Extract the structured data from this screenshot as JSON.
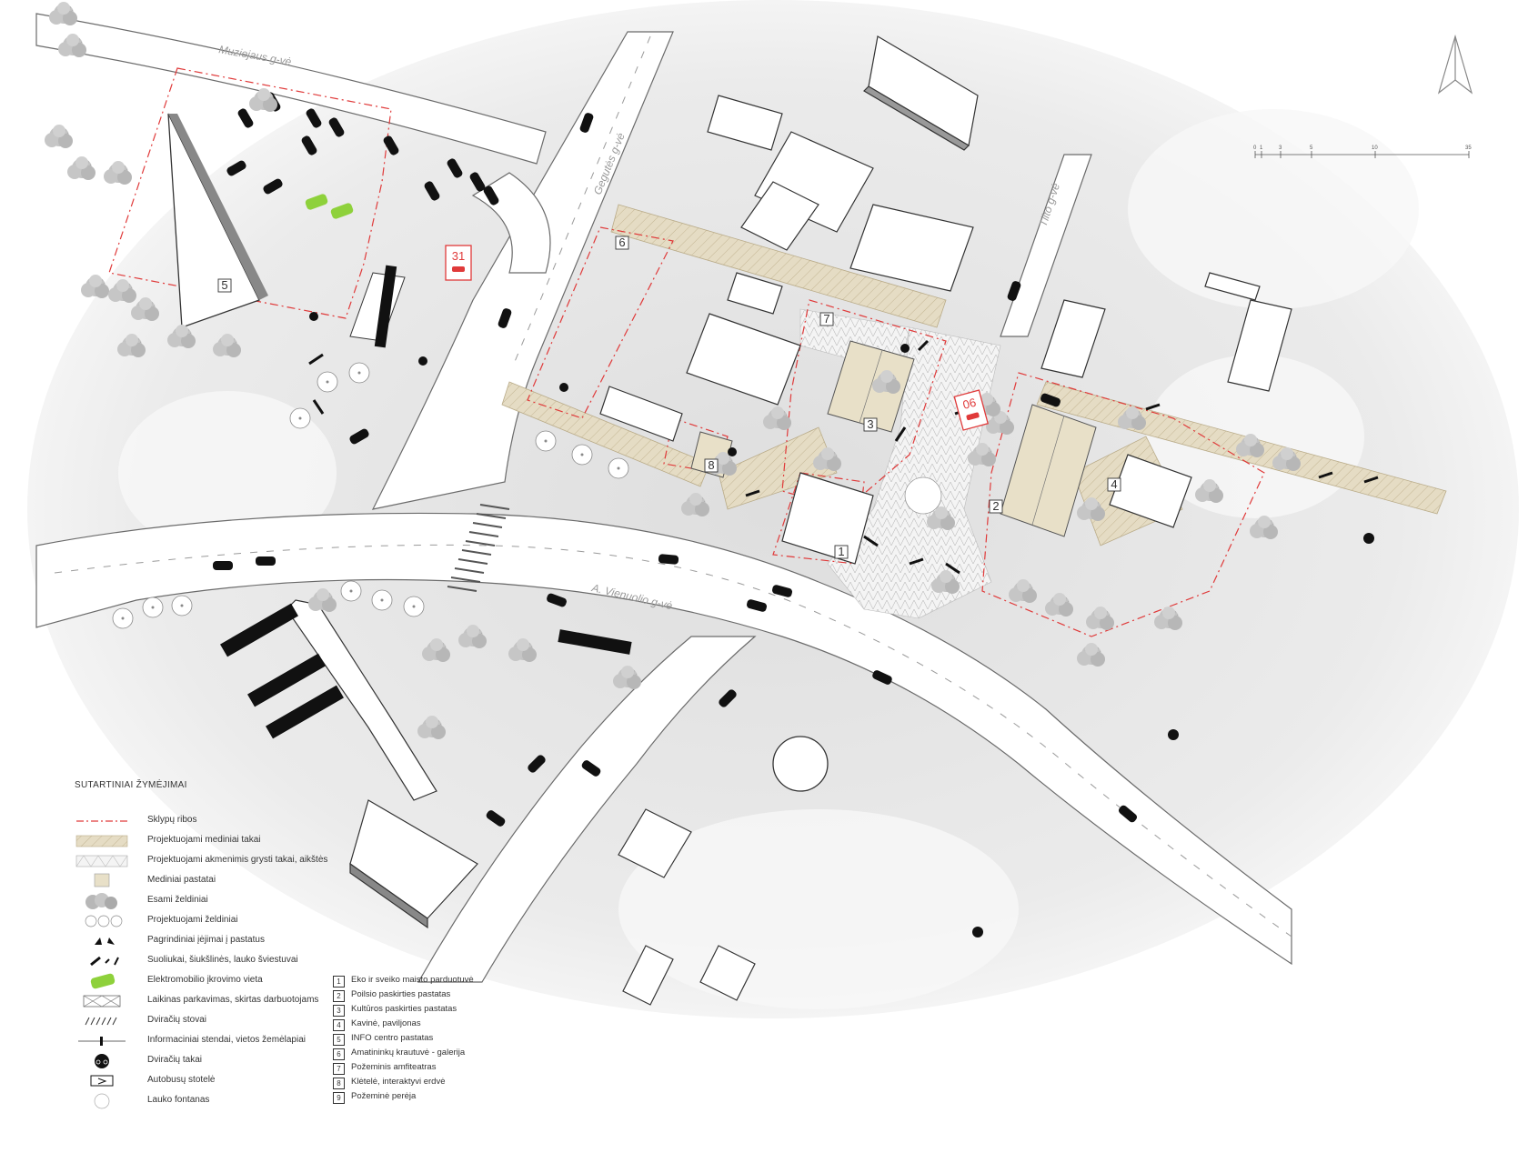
{
  "streets": {
    "muziejaus": "Muziejaus g-vė",
    "gegutes": "Gegutės g-vė",
    "tilto": "Tilto g-vė",
    "vienuolio": "A. Vienuolio g-vė"
  },
  "scale_bar": {
    "labels": [
      "0",
      "1",
      "3",
      "5",
      "10",
      "35"
    ]
  },
  "parking_badges": {
    "west": "31",
    "east": "06"
  },
  "building_numbers": [
    "1",
    "2",
    "3",
    "4",
    "5",
    "6",
    "7",
    "8"
  ],
  "legend": {
    "title": "SUTARTINIAI ŽYMĖJIMAI",
    "items": [
      {
        "label": "Sklypų ribos",
        "icon": "red-dash-line"
      },
      {
        "label": "Projektuojami  mediniai takai",
        "icon": "wood-hatch"
      },
      {
        "label": "Projektuojami akmenimis grysti takai, aikštės",
        "icon": "stone-hatch"
      },
      {
        "label": "Mediniai pastatai",
        "icon": "wood-building"
      },
      {
        "label": "Esami želdiniai",
        "icon": "existing-trees"
      },
      {
        "label": "Projektuojami želdiniai",
        "icon": "planned-trees"
      },
      {
        "label": "Pagrindiniai įėjimai į pastatus",
        "icon": "entrance-arrows"
      },
      {
        "label": "Suoliukai, šiukšlinės, lauko šviestuvai",
        "icon": "bench-bin-light"
      },
      {
        "label": "Elektromobilio įkrovimo vieta",
        "icon": "ev-charging"
      },
      {
        "label": "Laikinas parkavimas, skirtas darbuotojams",
        "icon": "temp-parking"
      },
      {
        "label": "Dviračių stovai",
        "icon": "bike-racks"
      },
      {
        "label": "Informaciniai stendai, vietos žemėlapiai",
        "icon": "info-stand"
      },
      {
        "label": "Dviračių takai",
        "icon": "bike-lane"
      },
      {
        "label": "Autobusų stotelė",
        "icon": "bus-stop"
      },
      {
        "label": "Lauko fontanas",
        "icon": "fountain"
      }
    ]
  },
  "numbered_list": [
    {
      "num": "1",
      "label": "Eko ir sveiko maisto parduotuvė"
    },
    {
      "num": "2",
      "label": "Poilsio paskirties pastatas"
    },
    {
      "num": "3",
      "label": "Kultūros paskirties pastatas"
    },
    {
      "num": "4",
      "label": "Kavinė, paviljonas"
    },
    {
      "num": "5",
      "label": "INFO centro pastatas"
    },
    {
      "num": "6",
      "label": "Amatininkų krautuvė - galerija"
    },
    {
      "num": "7",
      "label": "Požeminis amfiteatras"
    },
    {
      "num": "8",
      "label": "Klėtelė, interaktyvi erdvė"
    },
    {
      "num": "9",
      "label": "Požeminė perėja"
    }
  ],
  "colors": {
    "ground": "#e9e9e9",
    "plot_boundary": "#e03a3a",
    "wood_path": "#d8cdb2",
    "wood_building": "#e8e0c8",
    "ev": "#8ed13b",
    "car": "#111111",
    "trees": "#b9b9b9"
  }
}
